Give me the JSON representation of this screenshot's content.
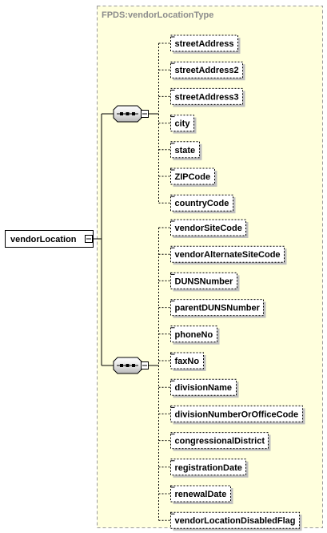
{
  "type_name": "FPDS:vendorLocationType",
  "root_element": "vendorLocation",
  "groups": [
    {
      "compositor": "sequence",
      "elements": [
        "streetAddress",
        "streetAddress2",
        "streetAddress3",
        "city",
        "state",
        "ZIPCode",
        "countryCode"
      ]
    },
    {
      "compositor": "sequence",
      "elements": [
        "vendorSiteCode",
        "vendorAlternateSiteCode",
        "DUNSNumber",
        "parentDUNSNumber",
        "phoneNo",
        "faxNo",
        "divisionName",
        "divisionNumberOrOfficeCode",
        "congressionalDistrict",
        "registrationDate",
        "renewalDate",
        "vendorLocationDisabledFlag"
      ]
    }
  ],
  "colors": {
    "type_box_fill": "#ffffdd",
    "type_box_border": "#999999",
    "type_label": "#8c8c8c",
    "element_fill": "#ffffff",
    "connector": "#000000"
  }
}
